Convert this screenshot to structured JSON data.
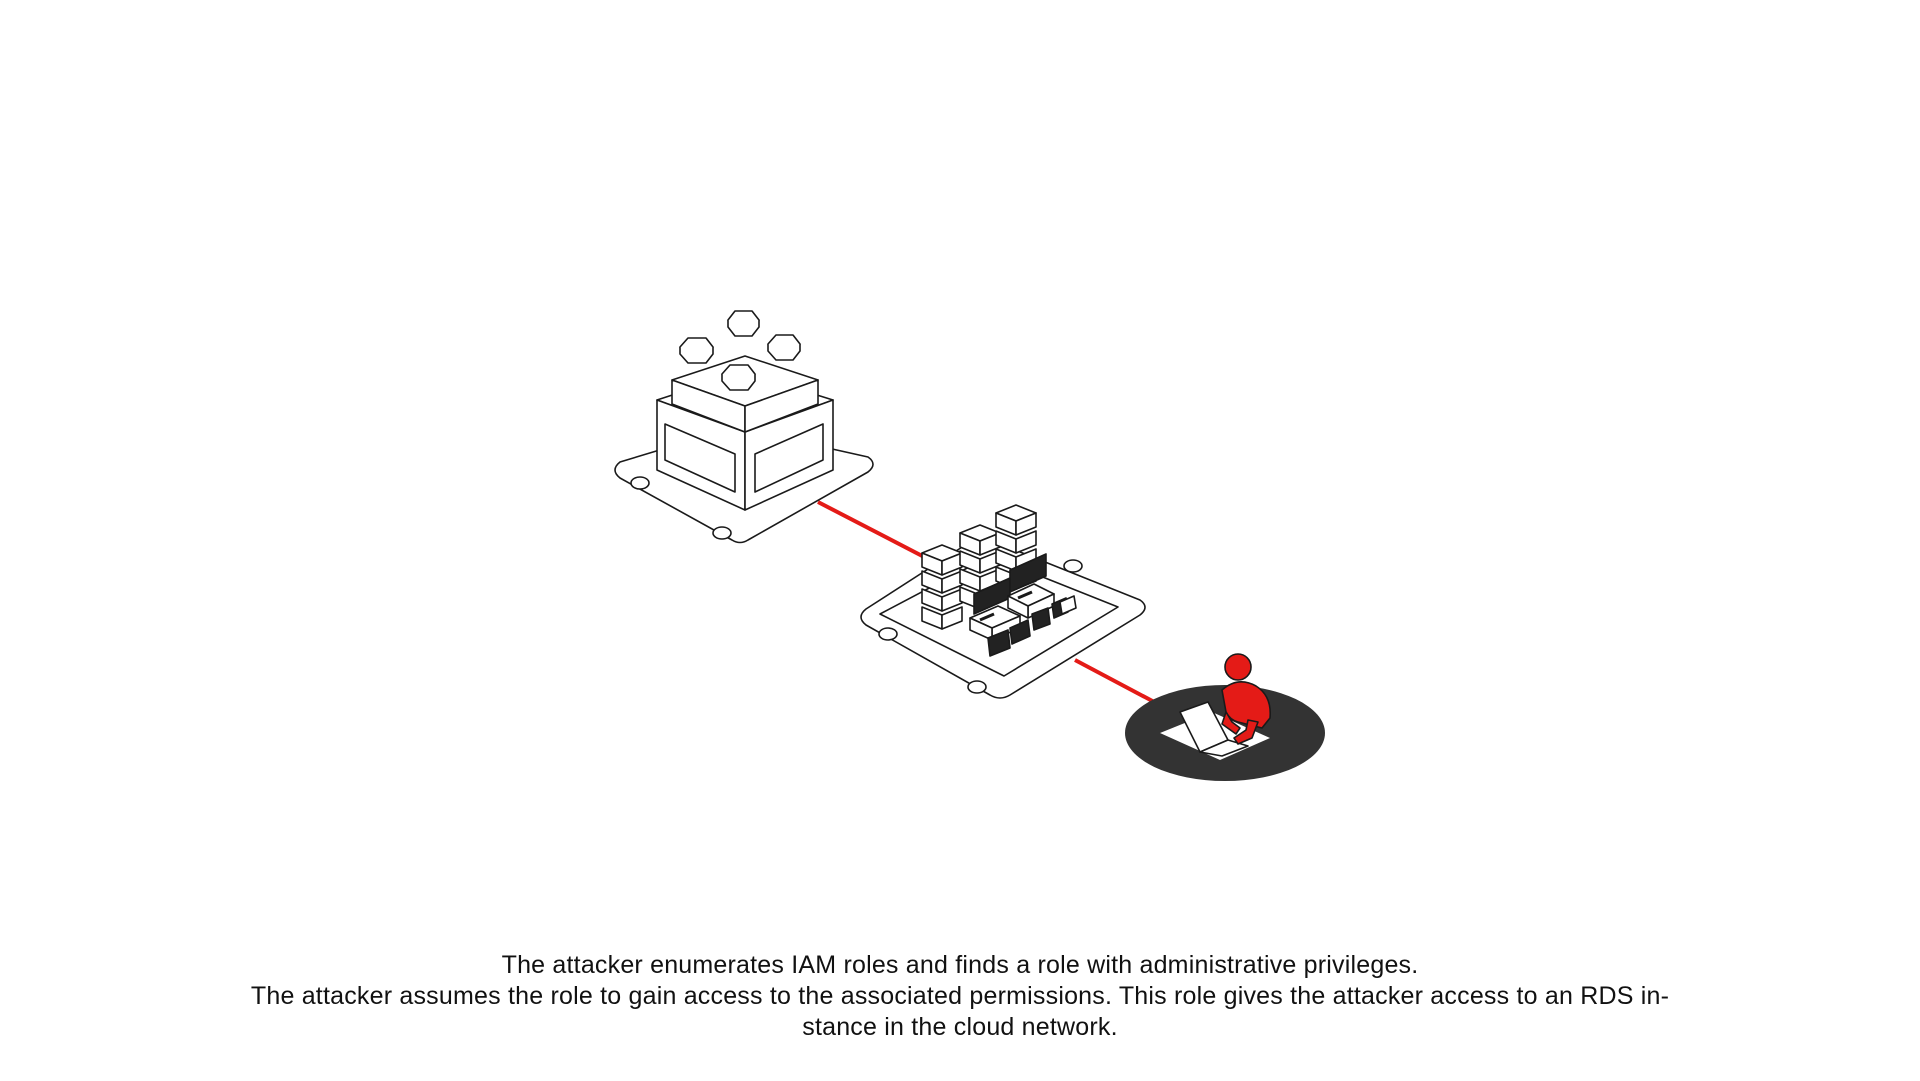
{
  "caption": {
    "line1": "The attacker enumerates IAM roles and finds a role with administrative privileges.",
    "line2": "The attacker assumes the role to gain access to the associated permissions. This role gives the attacker access to an RDS in-",
    "line3": "stance in the cloud network."
  },
  "colors": {
    "accent": "#e41b17",
    "outline": "#1a1a1a",
    "dark": "#333333",
    "background": "#ffffff"
  },
  "icons": [
    "iam-building-icon",
    "hexagon-icon",
    "rds-instance-icon",
    "server-stack-icon",
    "monitor-icon",
    "attacker-icon",
    "laptop-icon"
  ]
}
